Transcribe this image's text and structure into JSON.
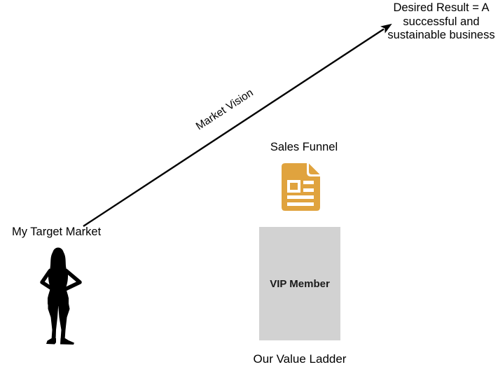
{
  "colors": {
    "ink": "#000000",
    "doc-gold": "#E0A33E",
    "step-gray": "#D2D2D2"
  },
  "desired_result": {
    "line1": "Desired Result = A",
    "line2": "successful and",
    "line3": "sustainable business"
  },
  "arrow": {
    "label": "Market Vision"
  },
  "target_market": {
    "label": "My Target Market",
    "icon": "woman-silhouette-icon"
  },
  "sales_funnel": {
    "label": "Sales Funnel",
    "icon": "document-icon"
  },
  "value_ladder": {
    "step": "VIP Member",
    "caption": "Our Value Ladder"
  }
}
